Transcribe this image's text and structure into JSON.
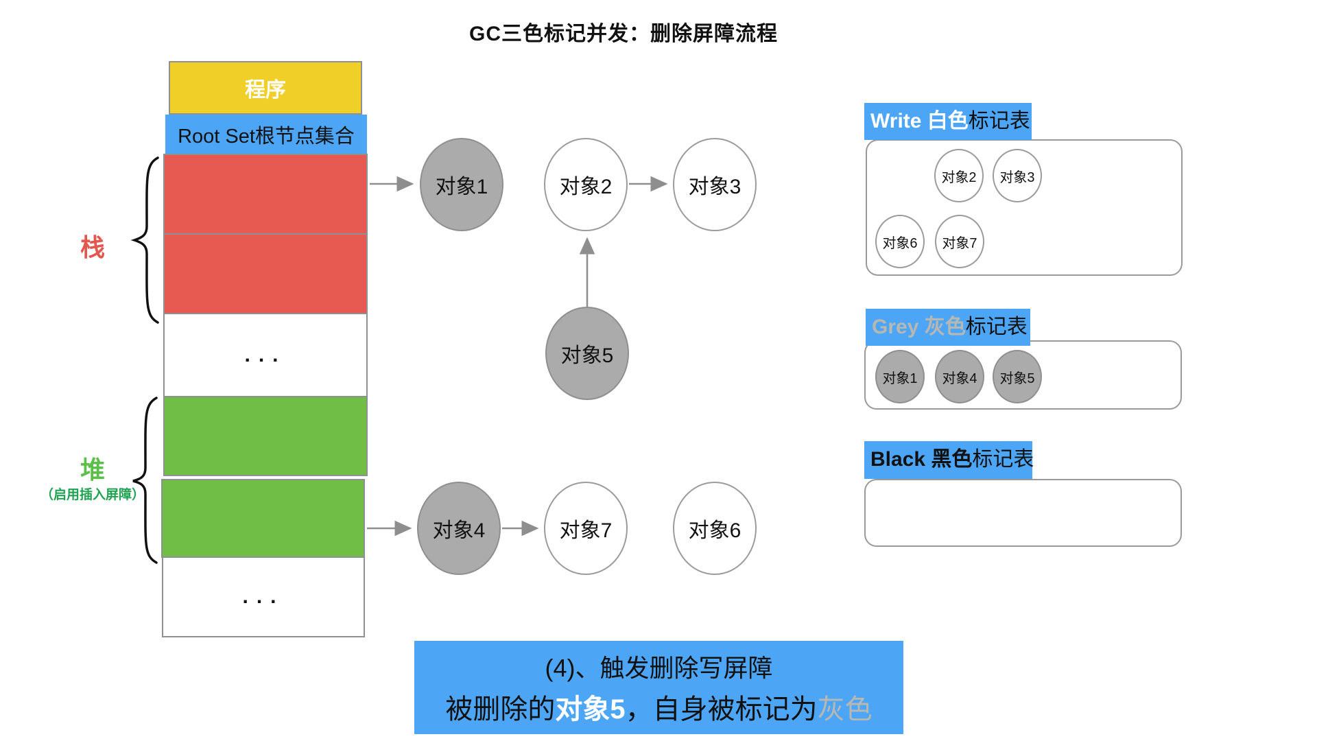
{
  "title": "GC三色标记并发：删除屏障流程",
  "memory": {
    "program": "程序",
    "root_set": "Root Set根节点集合",
    "stack_label": "栈",
    "heap_label": "堆",
    "heap_note": "（启用插入屏障）",
    "ellipsis": "..."
  },
  "graph": {
    "nodes": [
      {
        "id": "obj1",
        "label": "对象1",
        "fill": "gray"
      },
      {
        "id": "obj2",
        "label": "对象2",
        "fill": "white"
      },
      {
        "id": "obj3",
        "label": "对象3",
        "fill": "white"
      },
      {
        "id": "obj5",
        "label": "对象5",
        "fill": "gray"
      },
      {
        "id": "obj4",
        "label": "对象4",
        "fill": "gray"
      },
      {
        "id": "obj7",
        "label": "对象7",
        "fill": "white"
      },
      {
        "id": "obj6",
        "label": "对象6",
        "fill": "white"
      }
    ]
  },
  "tables": {
    "white": {
      "title_highlight": "Write 白色",
      "title_rest": "标记表",
      "items": [
        "对象2",
        "对象3",
        "对象6",
        "对象7"
      ]
    },
    "grey": {
      "title_highlight": "Grey 灰色",
      "title_rest": "标记表",
      "items": [
        "对象1",
        "对象4",
        "对象5"
      ]
    },
    "black": {
      "title_highlight": "Black 黑色",
      "title_rest": "标记表",
      "items": []
    }
  },
  "caption": {
    "line1": "(4)、触发删除写屏障",
    "line2_prefix": "被删除的",
    "line2_object": "对象5",
    "line2_middle": "，自身被标记为",
    "line2_color_word": "灰色"
  },
  "colors": {
    "blue": "#4DA6F5",
    "yellow": "#F0CF28",
    "red": "#E65A52",
    "green": "#70BE45",
    "gray_node": "#ABABAB",
    "label_red": "#E4574E",
    "label_green": "#5BBF4A",
    "note_green": "#1FA352",
    "gray_text": "#B8B8B3"
  }
}
